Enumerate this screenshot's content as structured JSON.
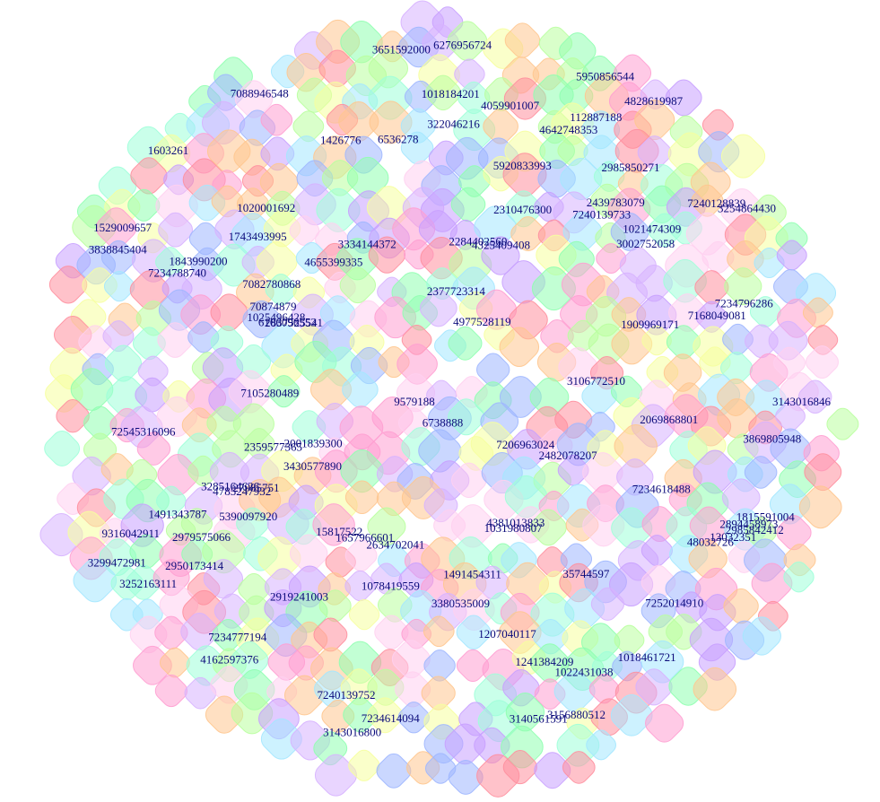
{
  "diagram": {
    "kind": "dense cluster of overlapping rounded node cards with numeric ID labels",
    "palette": [
      "#ff9fd2",
      "#a4e7ff",
      "#b9ff9f",
      "#d7b3ff",
      "#ffc78f",
      "#9fb7ff",
      "#ff8f9f",
      "#f6ff9f",
      "#9fffd9",
      "#c8a0ff",
      "#8fffb0",
      "#ffd0f0"
    ],
    "label_color": "#0a0a7a",
    "labels": [
      "1603261",
      "27985751",
      "6536278",
      "13032351",
      "15817522",
      "3106772510",
      "70874879",
      "322046216",
      "48032726",
      "35744597",
      "72545316096",
      "4381013833",
      "112887188",
      "7168049081",
      "1022431038",
      "1031980807",
      "2359577365",
      "3299472981",
      "1241384209",
      "1025496428",
      "3285164626",
      "2482078207",
      "7206963024",
      "7240139752",
      "7240128839",
      "7234788740",
      "7234777194",
      "7234796286",
      "2985850271",
      "6738888",
      "9579188",
      "2439783079",
      "1021474309",
      "7105280489",
      "7088946548",
      "2310476300",
      "2837525541",
      "9316042911",
      "2634702041",
      "2950173414",
      "2979575066",
      "1815591004",
      "7234618488",
      "7234614094",
      "2985842412",
      "4325409408",
      "1018184201",
      "7082780868",
      "3143016846",
      "1843990200",
      "2284402560",
      "1491343787",
      "2069868801",
      "6276956724",
      "1078419559",
      "3143016800",
      "3838845404",
      "4828619987",
      "3380535009",
      "4642748353",
      "2377723314",
      "3002752058",
      "4785247932",
      "3430577890",
      "6166096552",
      "1529009657",
      "3334144372",
      "1491454311",
      "5950856544",
      "3140561591",
      "3252163111",
      "1207040117",
      "1657966601",
      "3254864430",
      "3156880512",
      "7252014910",
      "1020001692",
      "4059901007",
      "2919241003",
      "1909969171",
      "4162597376",
      "5390097920",
      "3869805948",
      "1426776",
      "4655399335",
      "2001839300",
      "1743493995",
      "5920833993",
      "1018461721",
      "2894458973",
      "7240139733",
      "3651592000",
      "4977528119"
    ]
  }
}
